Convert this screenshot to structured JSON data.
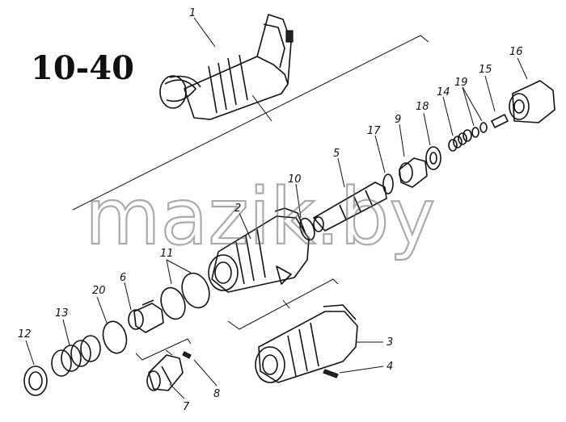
{
  "figure_label": "10-40",
  "watermark": "mazik.by",
  "callouts": [
    {
      "id": "1",
      "text": "1"
    },
    {
      "id": "2",
      "text": "2"
    },
    {
      "id": "3",
      "text": "3"
    },
    {
      "id": "4",
      "text": "4"
    },
    {
      "id": "5",
      "text": "5"
    },
    {
      "id": "6",
      "text": "6"
    },
    {
      "id": "7",
      "text": "7"
    },
    {
      "id": "8",
      "text": "8"
    },
    {
      "id": "9",
      "text": "9"
    },
    {
      "id": "10",
      "text": "10"
    },
    {
      "id": "11",
      "text": "11"
    },
    {
      "id": "12",
      "text": "12"
    },
    {
      "id": "13",
      "text": "13"
    },
    {
      "id": "14",
      "text": "14"
    },
    {
      "id": "15",
      "text": "15"
    },
    {
      "id": "16",
      "text": "16"
    },
    {
      "id": "17",
      "text": "17"
    },
    {
      "id": "18",
      "text": "18"
    },
    {
      "id": "19",
      "text": "19"
    },
    {
      "id": "20",
      "text": "20"
    }
  ]
}
